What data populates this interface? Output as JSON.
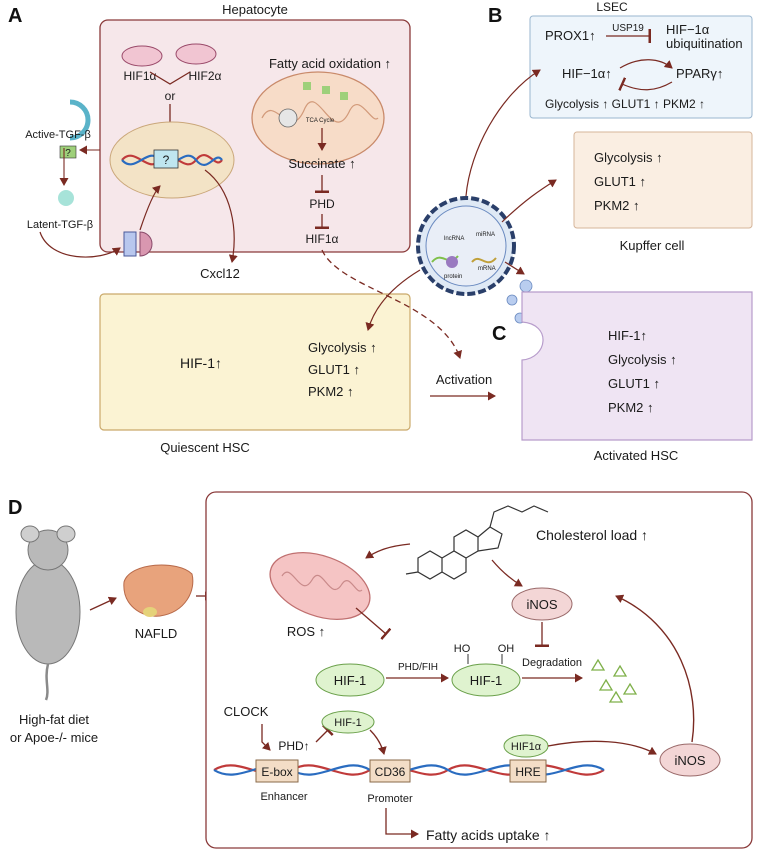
{
  "panels": {
    "a": "A",
    "b": "B",
    "c": "C",
    "d": "D"
  },
  "hepatocyte": {
    "title": "Hepatocyte",
    "hif1a": "HIF1α",
    "hif2a": "HIF2α",
    "or": "or",
    "unknown": "?",
    "fao": "Fatty acid oxidation ↑",
    "tca": "TCA Cycle",
    "succinate": "Succinate ↑",
    "phd": "PHD",
    "hif1a_bottom": "HIF1α",
    "cxcl12": "Cxcl12"
  },
  "tgf": {
    "active": "Active-TGF-β",
    "latent": "Latent-TGF-β",
    "unknown": "?"
  },
  "lsec": {
    "title": "LSEC",
    "prox1": "PROX1↑",
    "usp19": "USP19",
    "hif_ubiq_1": "HIF−1α",
    "hif_ubiq_2": "ubiquitination",
    "hif1a": "HIF−1α↑",
    "ppar": "PPARγ↑",
    "bottom": "Glycolysis ↑ GLUT1 ↑ PKM2 ↑"
  },
  "kupffer": {
    "items": [
      "Glycolysis ↑",
      "GLUT1 ↑",
      "PKM2 ↑"
    ],
    "title": "Kupffer cell"
  },
  "vesicle": {
    "lncrna": "lncRNA",
    "mirna": "miRNA",
    "mrna": "mRNA",
    "protein": "protein"
  },
  "quiescent": {
    "hif": "HIF-1↑",
    "items": [
      "Glycolysis ↑",
      "GLUT1 ↑",
      "PKM2 ↑"
    ],
    "title": "Quiescent HSC"
  },
  "activation": "Activation",
  "activated": {
    "items": [
      "HIF-1↑",
      "Glycolysis ↑",
      "GLUT1 ↑",
      "PKM2 ↑"
    ],
    "title": "Activated HSC"
  },
  "panel_d": {
    "mouse_1": "High-fat diet",
    "mouse_2": "or Apoe-/- mice",
    "nafld": "NAFLD",
    "cholesterol": "Cholesterol load ↑",
    "ros": "ROS ↑",
    "inos_top": "iNOS",
    "hif1_left": "HIF-1",
    "phd_fih": "PHD/FIH",
    "ho": "HO",
    "oh": "OH",
    "hif1_right": "HIF-1",
    "degradation": "Degradation",
    "clock": "CLOCK",
    "phd": "PHD↑",
    "hif1_small": "HIF-1",
    "hif1a": "HIF1α",
    "inos_right": "iNOS",
    "ebox": "E-box",
    "enhancer": "Enhancer",
    "cd36": "CD36",
    "promoter": "Promoter",
    "hre": "HRE",
    "fatty": "Fatty acids uptake ↑"
  },
  "colors": {
    "arrow": "#7a2a22",
    "hepatocyte_fill": "#f6e7ea",
    "lsec_fill": "#eef5fb",
    "kupffer_fill": "#faeee2",
    "quiescent_fill": "#fbf3d3",
    "activated_fill": "#efe4f3",
    "hif_green": "#dff3cf"
  }
}
